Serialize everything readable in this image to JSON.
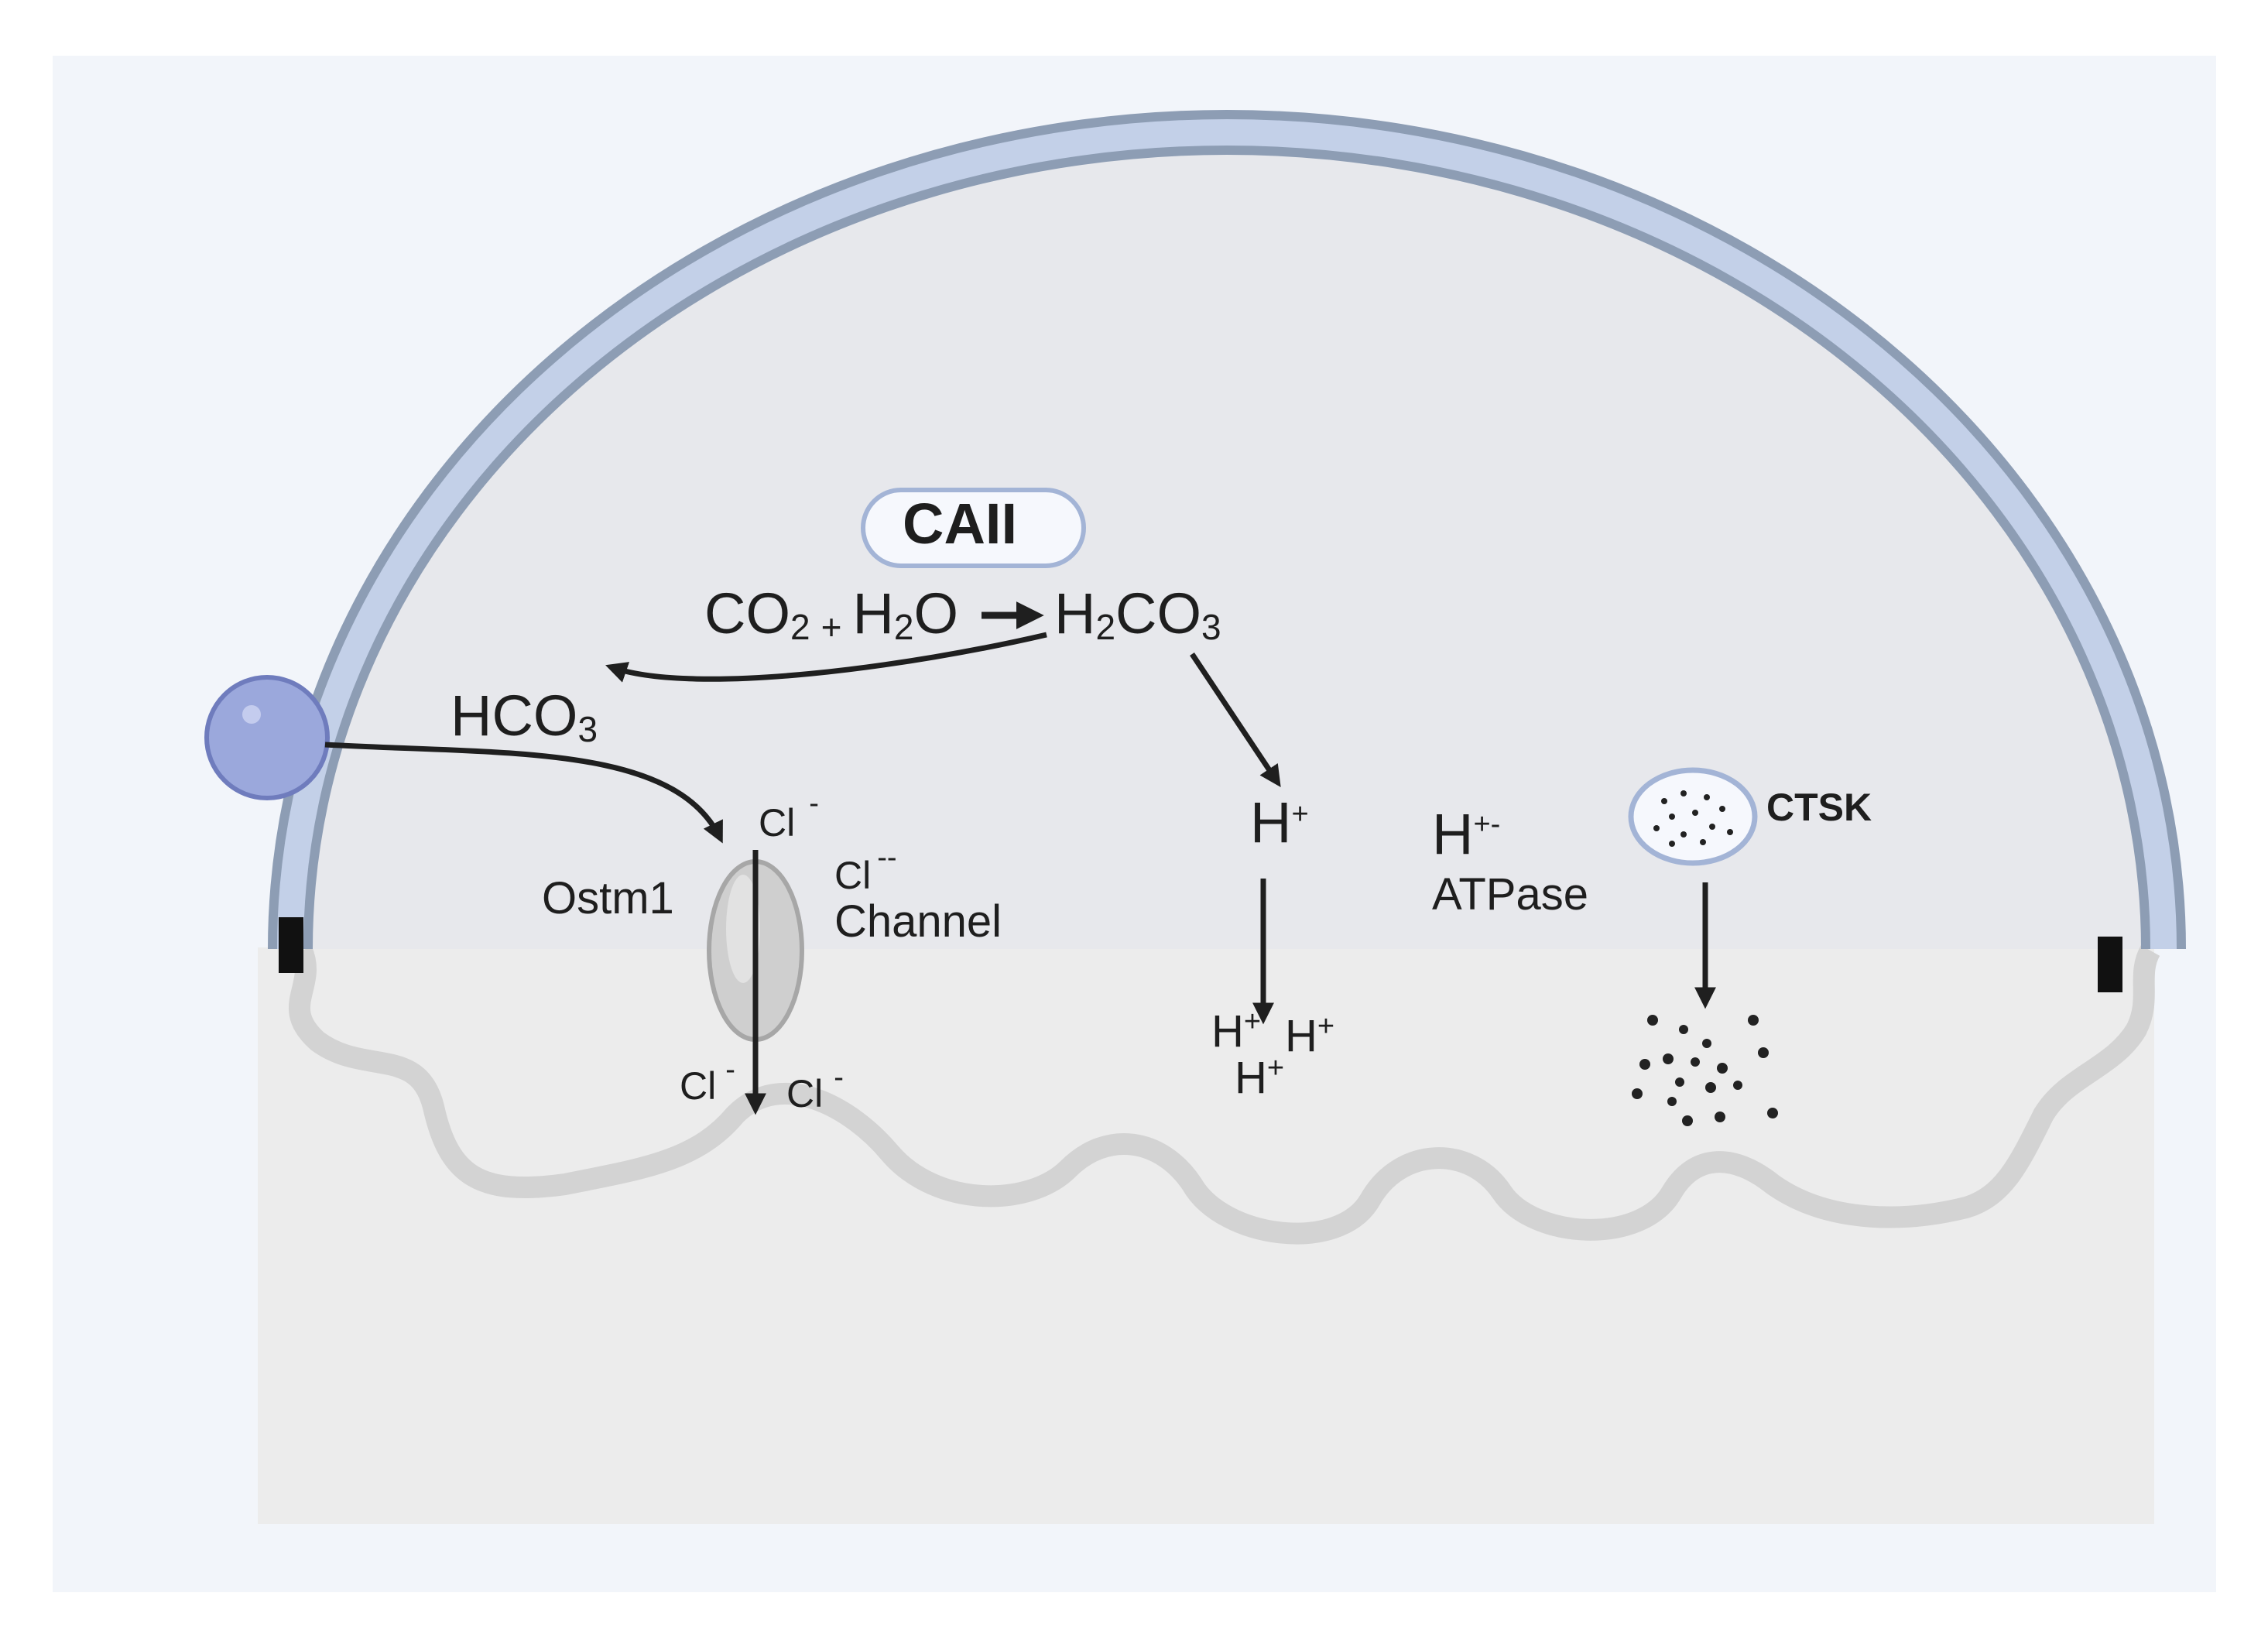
{
  "labels": {
    "caii": "CAII",
    "reaction": {
      "co": "CO",
      "co_sub": "2",
      "plus": "+",
      "h2o_h": "H",
      "h2o_sub": "2",
      "h2o_o": "O",
      "h2co3_h": "H",
      "h2co3_sub1": "2",
      "h2co3_co": "CO",
      "h2co3_sub2": "3"
    },
    "hco3": {
      "base": "HCO",
      "sub": "3"
    },
    "cl_top": {
      "base": "Cl",
      "sup": "-"
    },
    "cl_channel": {
      "base": "Cl",
      "sup": "--",
      "word": "Channel"
    },
    "ostm1": "Ostm1",
    "cl_bottom_left": {
      "base": "Cl",
      "sup": "-"
    },
    "cl_bottom_right": {
      "base": "Cl",
      "sup": "-"
    },
    "h_plus_top": {
      "base": "H",
      "sup": "+"
    },
    "h_atpase": {
      "base": "H",
      "sup": "+-",
      "word": "ATPase"
    },
    "h_plus_1": {
      "base": "H",
      "sup": "+"
    },
    "h_plus_2": {
      "base": "H",
      "sup": "+"
    },
    "h_plus_3": {
      "base": "H",
      "sup": "+"
    },
    "ctsk": "CTSK"
  },
  "colors": {
    "outer_background": "#f2f5fa",
    "cell_interior": "#e7e8ec",
    "membrane_fill": "#c3d0e8",
    "membrane_edge": "#8d9db4",
    "bone": "#ececec",
    "bone_edge": "#d3d3d3",
    "vesicle": "#9ba8dc",
    "channel": "#cfcfcf",
    "arrow": "#1f1f1f",
    "caii_box_edge": "#a3b4d6",
    "sealing_zone": "#111111"
  }
}
